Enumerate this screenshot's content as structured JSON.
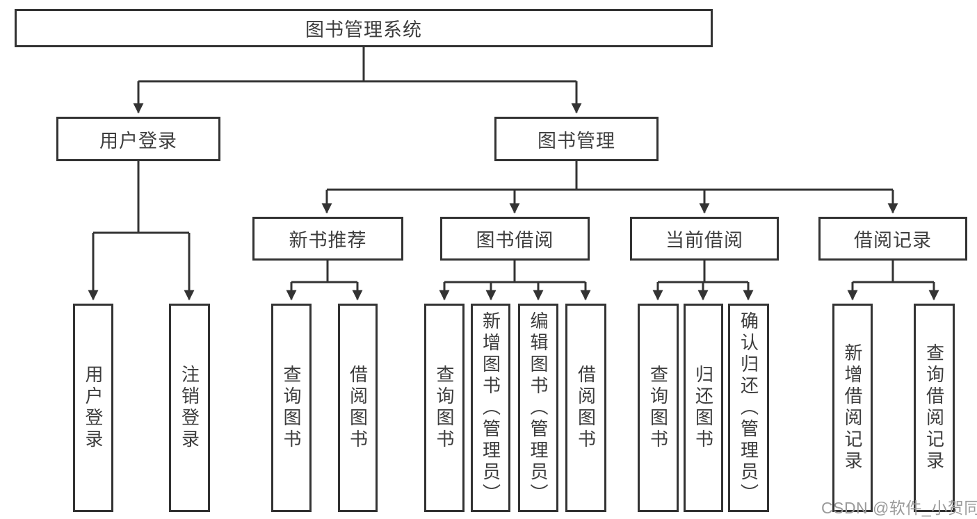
{
  "nodes": {
    "root": "图书管理系统",
    "login": "用户登录",
    "book_mgmt": "图书管理",
    "login_user": "用户登录",
    "logout": "注销登录",
    "new_books": "新书推荐",
    "book_borrow": "图书借阅",
    "current_borrow": "当前借阅",
    "borrow_records": "借阅记录",
    "query_books_1": "查询图书",
    "borrow_books_1": "借阅图书",
    "query_books_2": "查询图书",
    "add_books": "新增图书（管理员）",
    "edit_books": "编辑图书（管理员）",
    "borrow_books_2": "借阅图书",
    "query_books_3": "查询图书",
    "return_books": "归还图书",
    "confirm_return": "确认归还（管理员）",
    "add_borrow_record": "新增借阅记录",
    "query_borrow_record": "查询借阅记录"
  },
  "hierarchy": {
    "图书管理系统": {
      "用户登录": [
        "用户登录",
        "注销登录"
      ],
      "图书管理": {
        "新书推荐": [
          "查询图书",
          "借阅图书"
        ],
        "图书借阅": [
          "查询图书",
          "新增图书（管理员）",
          "编辑图书（管理员）",
          "借阅图书"
        ],
        "当前借阅": [
          "查询图书",
          "归还图书",
          "确认归还（管理员）"
        ],
        "借阅记录": [
          "新增借阅记录",
          "查询借阅记录"
        ]
      }
    }
  },
  "watermark": "CSDN @软件_小贺同学",
  "colors": {
    "line": "#333333",
    "text": "#3d3d3d",
    "watermark": "#9b9b9b",
    "background": "#ffffff"
  }
}
